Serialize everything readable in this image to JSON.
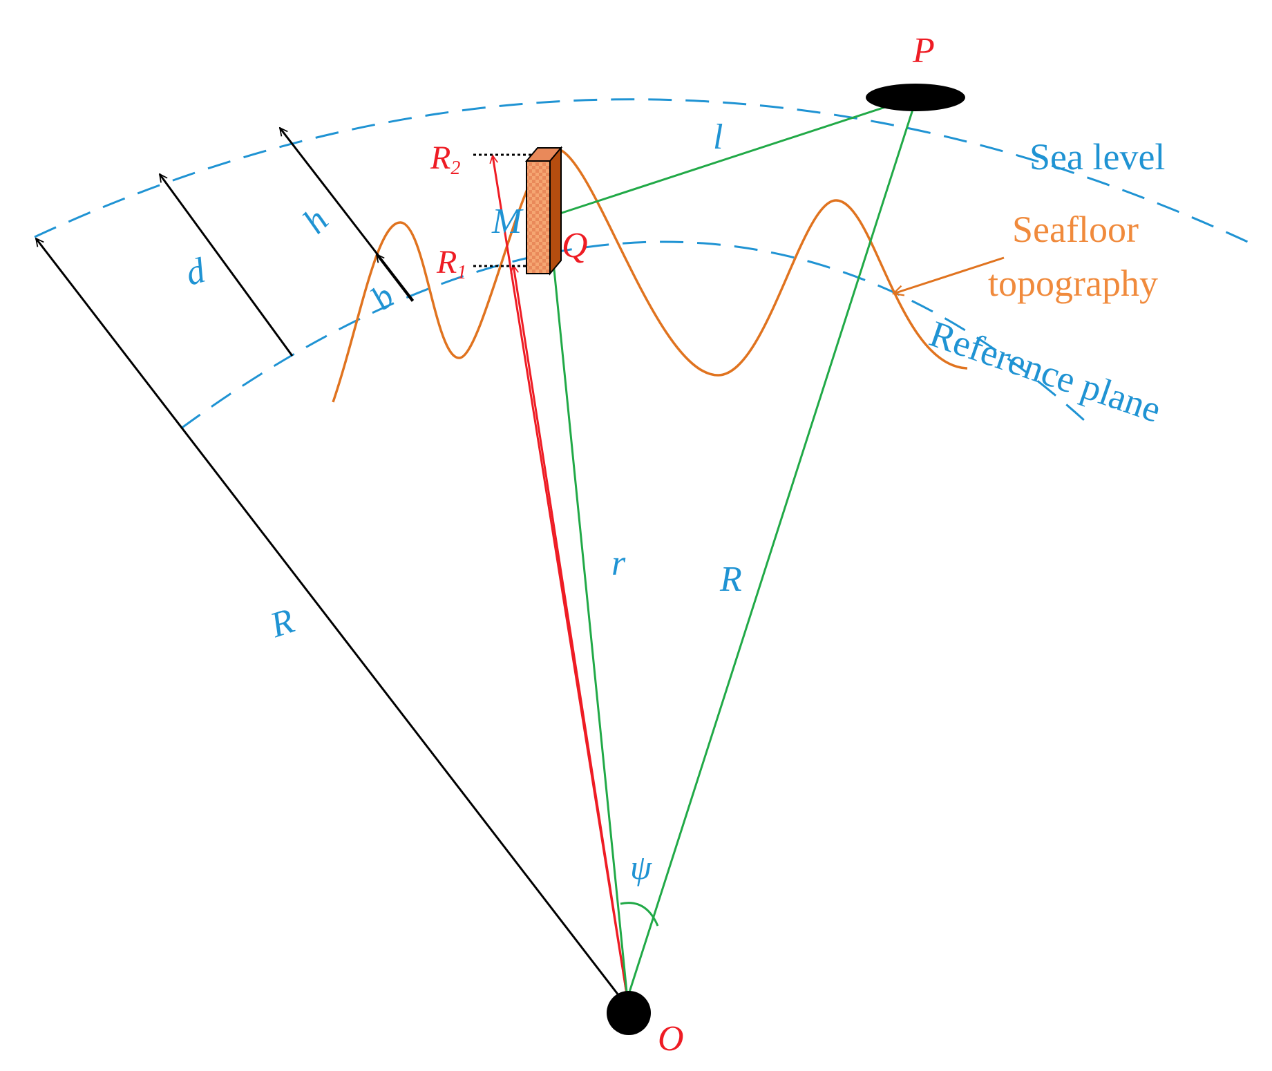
{
  "colors": {
    "blue": "#1f93d3",
    "orange": "#e0731f",
    "orange_text": "#f08a3c",
    "red": "#ee1c24",
    "green": "#21a947",
    "black": "#000000",
    "prism_front": "#f5a672",
    "prism_side": "#b54d0f"
  },
  "labels": {
    "P": "P",
    "O": "O",
    "Q": "Q",
    "M": "M",
    "l": "l",
    "r": "r",
    "R_left": "R",
    "R_right": "R",
    "h": "h",
    "d": "d",
    "b": "b",
    "psi": "ψ",
    "R1_base": "R",
    "R1_sub": "1",
    "R2_base": "R",
    "R2_sub": "2",
    "sea_level": "Sea level",
    "seafloor_line1": "Seafloor",
    "seafloor_line2": "topography",
    "reference_plane": "Reference plane"
  }
}
